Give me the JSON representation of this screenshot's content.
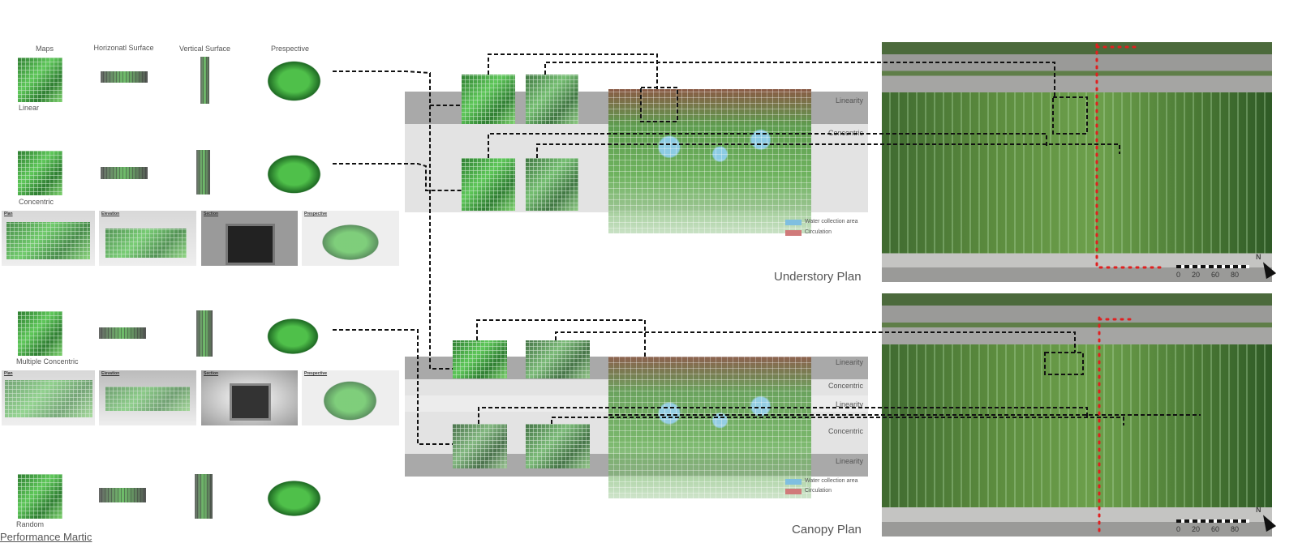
{
  "matrix": {
    "column_headers": [
      "Maps",
      "Horizonatl Surface",
      "Vertical Surface",
      "Prespective"
    ],
    "rows": [
      "Linear",
      "Concentric",
      "Multiple Concentric",
      "Random"
    ],
    "strip_panels": [
      "Plan",
      "Elevation",
      "Section",
      "Prespective"
    ],
    "footer_title": "Performance Martic"
  },
  "understory": {
    "bands": [
      "Linearity",
      "Concentric"
    ],
    "legend": [
      {
        "label": "Water collection area",
        "color": "#7fbfe0"
      },
      {
        "label": "Circulation",
        "color": "#d07a7a"
      }
    ],
    "title": "Understory Plan"
  },
  "canopy": {
    "bands": [
      "Linearity",
      "Concentric",
      "Linearity",
      "Concentric",
      "Linearity"
    ],
    "legend": [
      {
        "label": "Water collection area",
        "color": "#7fbfe0"
      },
      {
        "label": "Circulation",
        "color": "#d07a7a"
      }
    ],
    "title": "Canopy Plan"
  },
  "scale_bar": {
    "ticks": [
      "0",
      "20",
      "60",
      "80"
    ],
    "north": "N"
  },
  "colors": {
    "route": "#e02020",
    "connector": "#111111"
  }
}
